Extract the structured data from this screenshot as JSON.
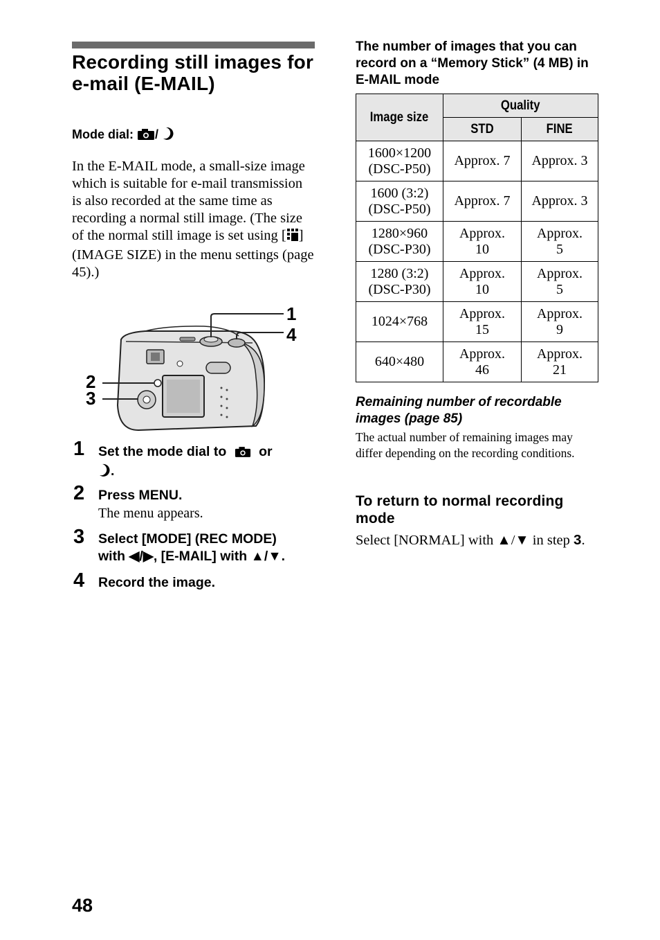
{
  "title": "Recording still images for e-mail (E-MAIL)",
  "mode_dial": {
    "label": "Mode dial:",
    "separator": "/",
    "icons": [
      "camera-icon",
      "moon-icon"
    ]
  },
  "intro": {
    "text_before_icon": "In the E-MAIL mode, a small-size image which is suitable for e-mail transmission is also recorded at the same time as recording a normal still image. (The size of the normal still image is set using [",
    "text_after_icon": "] (IMAGE SIZE) in the menu settings (page 45).)"
  },
  "callouts": [
    "1",
    "4",
    "2",
    "3"
  ],
  "steps": [
    {
      "num": "1",
      "text_a": "Set the mode dial to",
      "text_b": "or",
      "text_c": "."
    },
    {
      "num": "2",
      "text": "Press MENU.",
      "sub": "The menu appears."
    },
    {
      "num": "3",
      "line1": "Select [MODE] (REC MODE)",
      "line2": "with ◀/▶, [E-MAIL] with ▲/▼."
    },
    {
      "num": "4",
      "text": "Record the image."
    }
  ],
  "table_heading": "The number of images that you can record on a “Memory Stick” (4 MB) in E-MAIL mode",
  "table": {
    "col_image_size": "Image size",
    "col_quality": "Quality",
    "col_std": "STD",
    "col_fine": "FINE",
    "rows": [
      {
        "size_line1": "1600×1200",
        "size_line2": "(DSC-P50)",
        "std_line1": "Approx. 7",
        "std_line2": "",
        "fine_line1": "Approx. 3",
        "fine_line2": ""
      },
      {
        "size_line1": "1600 (3:2)",
        "size_line2": "(DSC-P50)",
        "std_line1": "Approx. 7",
        "std_line2": "",
        "fine_line1": "Approx. 3",
        "fine_line2": ""
      },
      {
        "size_line1": "1280×960",
        "size_line2": "(DSC-P30)",
        "std_line1": "Approx.",
        "std_line2": "10",
        "fine_line1": "Approx.",
        "fine_line2": "5"
      },
      {
        "size_line1": "1280 (3:2)",
        "size_line2": "(DSC-P30)",
        "std_line1": "Approx.",
        "std_line2": "10",
        "fine_line1": "Approx.",
        "fine_line2": "5"
      },
      {
        "size_line1": "1024×768",
        "size_line2": "",
        "std_line1": "Approx.",
        "std_line2": "15",
        "fine_line1": "Approx.",
        "fine_line2": "9"
      },
      {
        "size_line1": "640×480",
        "size_line2": "",
        "std_line1": "Approx.",
        "std_line2": "46",
        "fine_line1": "Approx.",
        "fine_line2": "21"
      }
    ]
  },
  "remaining": {
    "heading": "Remaining number of recordable images (page 85)",
    "text": "The actual number of remaining images may differ depending on the recording conditions."
  },
  "return_mode": {
    "heading": "To return to normal recording mode",
    "text_before": "Select [NORMAL] with ▲/▼ in step ",
    "step_ref": "3",
    "text_after": "."
  },
  "page_number": "48"
}
